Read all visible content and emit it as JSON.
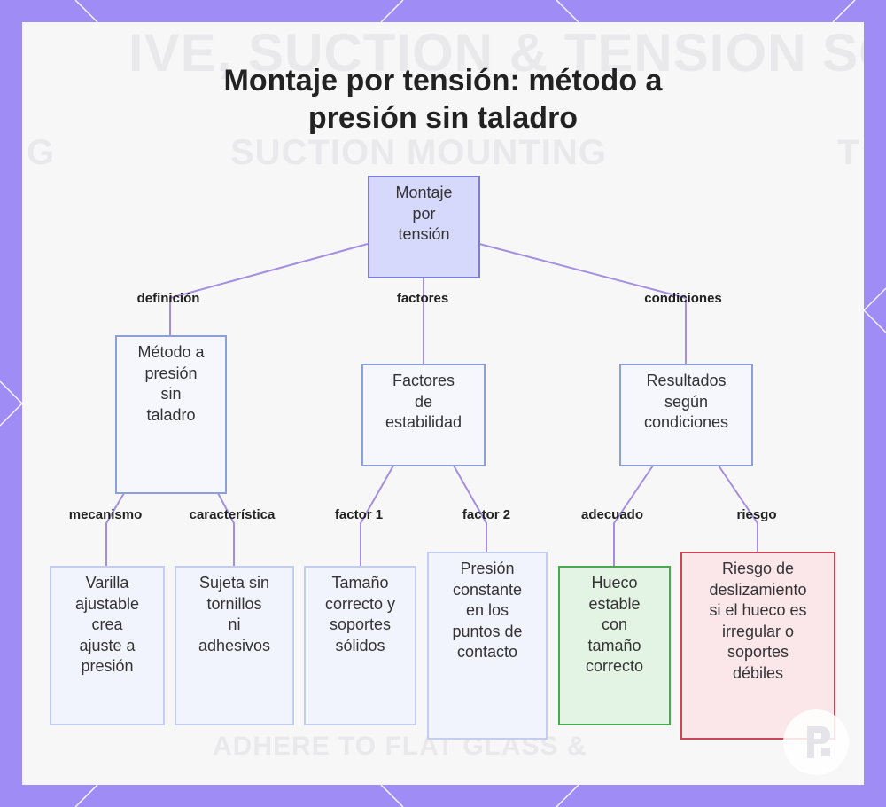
{
  "title": "Montaje por tensión: método a presión sin taladro",
  "title_lines": [
    "Montaje por tensión: método a",
    "presión sin taladro"
  ],
  "background_text": {
    "top": "IVE, SUCTION & TENSION SOLU",
    "left": "G",
    "middle": "SUCTION MOUNTING",
    "right": "T",
    "bottom": "ADHERE TO FLAT GLASS &"
  },
  "nodes": {
    "root": {
      "lines": [
        "Montaje",
        "por",
        "tensión"
      ]
    },
    "definition": {
      "lines": [
        "Método a",
        "presión",
        "sin",
        "taladro"
      ]
    },
    "factors": {
      "lines": [
        "Factores",
        "de",
        "estabilidad"
      ]
    },
    "results": {
      "lines": [
        "Resultados",
        "según",
        "condiciones"
      ]
    },
    "mechanism": {
      "lines": [
        "Varilla",
        "ajustable",
        "crea",
        "ajuste a",
        "presión"
      ]
    },
    "feature": {
      "lines": [
        "Sujeta sin",
        "tornillos",
        "ni",
        "adhesivos"
      ]
    },
    "factor1": {
      "lines": [
        "Tamaño",
        "correcto y",
        "soportes",
        "sólidos"
      ]
    },
    "factor2": {
      "lines": [
        "Presión",
        "constante",
        "en los",
        "puntos de",
        "contacto"
      ]
    },
    "adequate": {
      "lines": [
        "Hueco",
        "estable",
        "con",
        "tamaño",
        "correcto"
      ]
    },
    "risk": {
      "lines": [
        "Riesgo de",
        "deslizamiento",
        "si el hueco es",
        "irregular o",
        "soportes",
        "débiles"
      ]
    }
  },
  "edge_labels": {
    "definicion": "definición",
    "factores": "factores",
    "condiciones": "condiciones",
    "mecanismo": "mecanismo",
    "caracteristica": "característica",
    "factor1": "factor 1",
    "factor2": "factor 2",
    "adecuado": "adecuado",
    "riesgo": "riesgo"
  },
  "colors": {
    "frame": "#a08cf5",
    "edge": "#a58de0",
    "root_fill": "#d6d9fb",
    "ok_border": "#4aa84f",
    "risk_border": "#cc4455"
  },
  "logo_icon": "brand-logo-icon"
}
